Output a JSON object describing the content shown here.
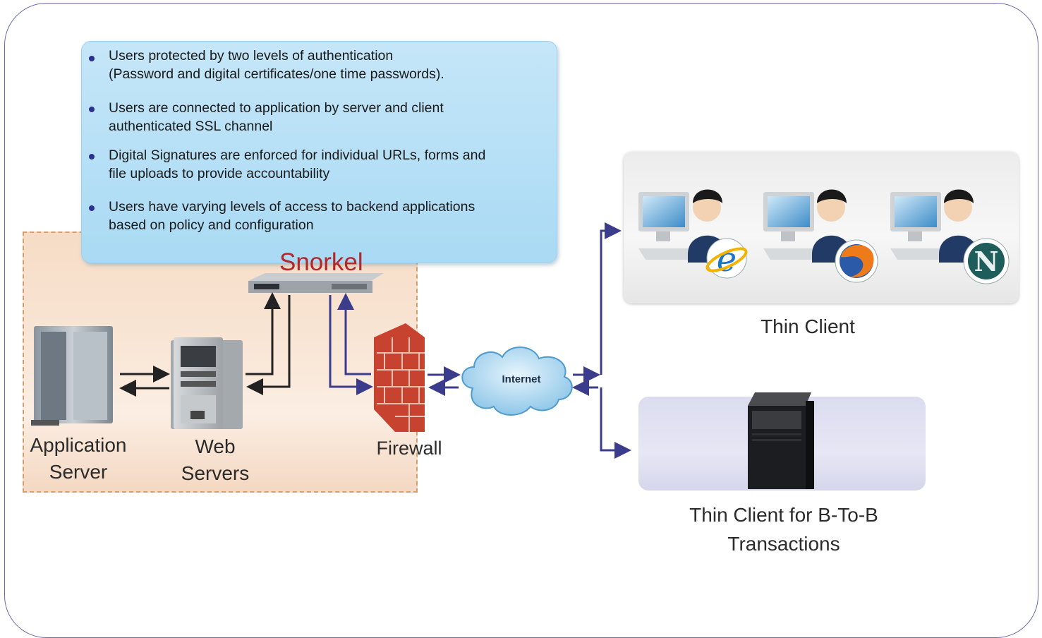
{
  "bullets": [
    {
      "line1": "Users protected by two levels of authentication",
      "line2": "(Password and digital certificates/one time passwords)."
    },
    {
      "line1": "Users are connected to application by server and client",
      "line2": "authenticated SSL channel"
    },
    {
      "line1": "Digital Signatures are enforced for individual URLs, forms and",
      "line2": "file uploads to provide accountability"
    },
    {
      "line1": "Users have varying levels of access to backend applications",
      "line2": "based on policy and configuration"
    }
  ],
  "labels": {
    "snorkel": "Snorkel",
    "application_server": {
      "line1": "Application",
      "line2": "Server"
    },
    "web_servers": {
      "line1": "Web",
      "line2": "Servers"
    },
    "firewall": "Firewall",
    "internet": "Internet",
    "thin_client": "Thin Client",
    "thin_client_b2b": {
      "line1": "Thin Client for B-To-B",
      "line2": "Transactions"
    }
  },
  "colors": {
    "frame": "#6a6aa8",
    "snorkel_text": "#b3262a",
    "info_box": "#a9daf4",
    "dc_zone": "#f6dcc6",
    "arrow_blue": "#3c3c8c",
    "bullet_dot": "#2b2f8f"
  },
  "icons": [
    "server-tower-icon",
    "web-server-icon",
    "rack-appliance-icon",
    "firewall-icon",
    "internet-cloud-icon",
    "user-workstation-icon",
    "ie-logo-icon",
    "firefox-logo-icon",
    "netscape-logo-icon",
    "tower-pc-icon"
  ]
}
